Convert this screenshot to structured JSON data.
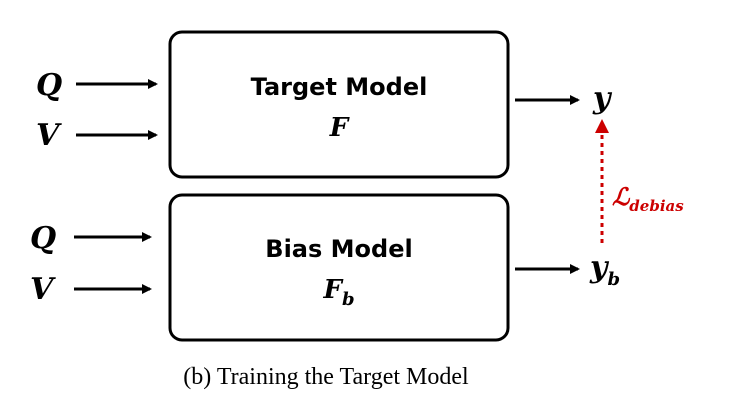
{
  "inputs": {
    "target": {
      "q": "Q",
      "v": "V"
    },
    "bias": {
      "q": "Q",
      "v": "V"
    }
  },
  "target_model": {
    "title": "Target Model",
    "symbol": "F"
  },
  "bias_model": {
    "title": "Bias Model",
    "symbol": "F",
    "symbol_sub": "b"
  },
  "outputs": {
    "target": "y",
    "bias": "y",
    "bias_sub": "b"
  },
  "loss": {
    "symbol": "ℒ",
    "sub": "debias",
    "color": "#cc0000"
  },
  "caption": "(b) Training the Target Model"
}
